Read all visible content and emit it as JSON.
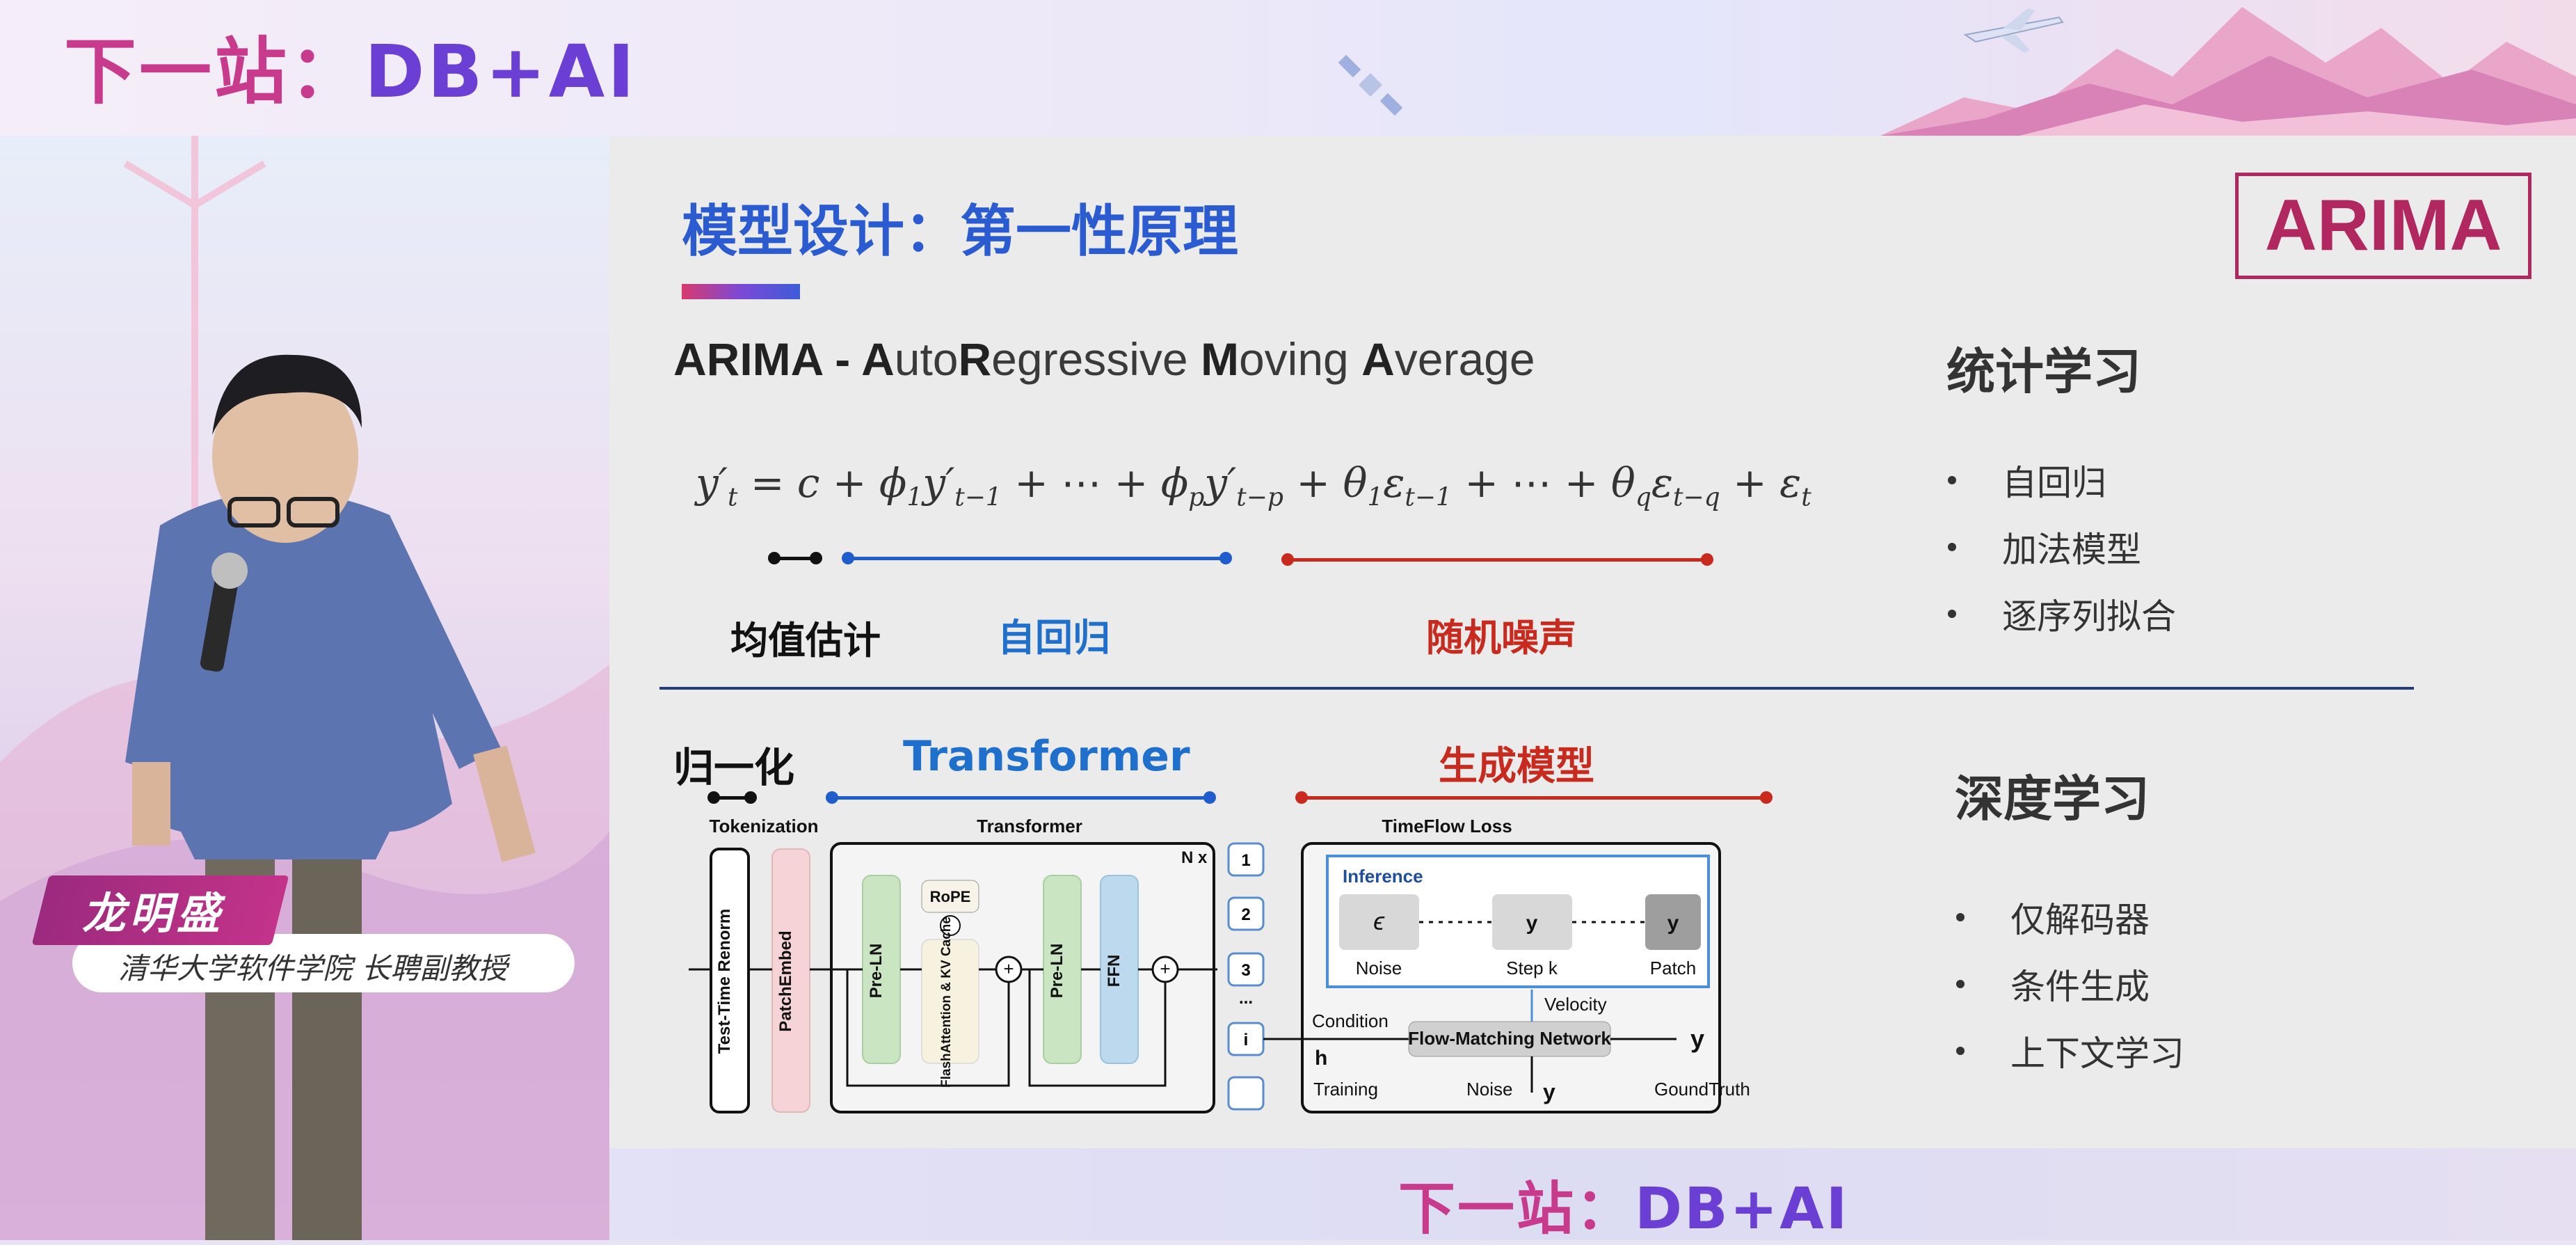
{
  "banner": {
    "brand_cn": "下一站：",
    "brand_db": "DB+AI"
  },
  "footer": {
    "brand_cn": "下一站：",
    "brand_db": "DB+AI"
  },
  "speaker": {
    "name": "龙明盛",
    "title": "清华大学软件学院 长聘副教授"
  },
  "slide": {
    "title": "模型设计：第一性原理",
    "badge": "ARIMA",
    "arima_heading": {
      "parts": [
        "A",
        "RIMA - ",
        "A",
        "uto",
        "R",
        "egressive ",
        "M",
        "oving ",
        "A",
        "verage"
      ]
    },
    "formula_labels": {
      "mean": "均值估计",
      "ar": "自回归",
      "noise": "随机噪声"
    },
    "stat": {
      "heading": "统计学习",
      "bullets": [
        "自回归",
        "加法模型",
        "逐序列拟合"
      ]
    },
    "deep": {
      "heading": "深度学习",
      "bullets": [
        "仅解码器",
        "条件生成",
        "上下文学习"
      ]
    },
    "section_labels": {
      "norm": "归一化",
      "transformer": "Transformer",
      "gen": "生成模型"
    },
    "diagram": {
      "tokenization": "Tokenization",
      "transformer": "Transformer",
      "timeflow": "TimeFlow Loss",
      "nx": "N x",
      "renorm": "Test-Time Renorm",
      "patchembed": "PatchEmbed",
      "preln": "Pre-LN",
      "rope": "RoPE",
      "flash": "FlashAttention & KV Cache",
      "ffn": "FFN",
      "tokens": [
        "1",
        "2",
        "3",
        "...",
        "i",
        ""
      ],
      "inference": "Inference",
      "noise": "Noise",
      "stepk": "Step k",
      "patch": "Patch",
      "velocity": "Velocity",
      "condition": "Condition",
      "training": "Training",
      "fmn": "Flow-Matching Network",
      "groundtruth": "GoundTruth",
      "noise2": "Noise"
    }
  },
  "colors": {
    "blue": "#2a5bd0",
    "red": "#c92a1e",
    "labelblue": "#1f6fcc",
    "magenta": "#b0285f"
  }
}
